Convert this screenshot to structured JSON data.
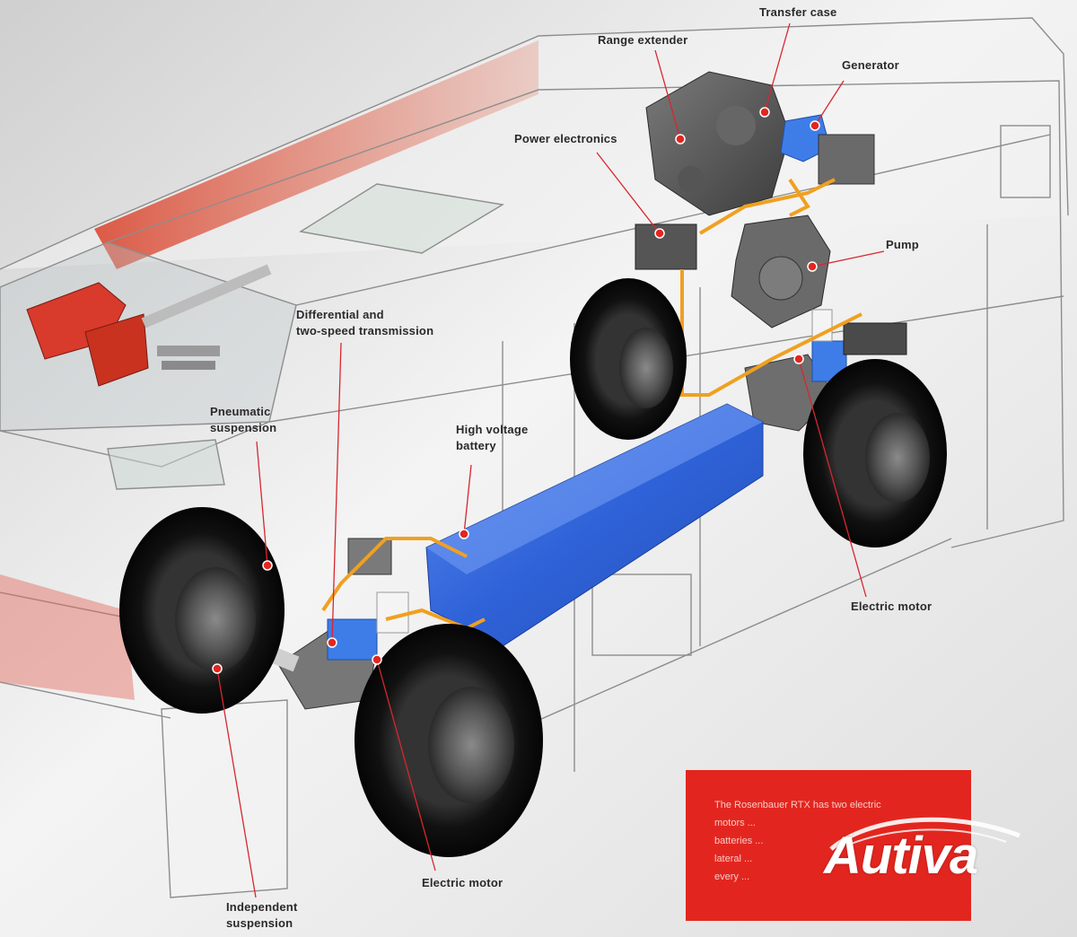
{
  "labels": {
    "transfer_case": "Transfer case",
    "range_extender": "Range extender",
    "generator": "Generator",
    "power_electronics": "Power electronics",
    "pump": "Pump",
    "differential_line1": "Differential and",
    "differential_line2": "two-speed transmission",
    "pneumatic_line1": "Pneumatic",
    "pneumatic_line2": "suspension",
    "battery_line1": "High voltage",
    "battery_line2": "battery",
    "electric_motor_rear": "Electric motor",
    "electric_motor_front": "Electric motor",
    "independent_line1": "Independent",
    "independent_line2": "suspension"
  },
  "info_box": {
    "line1": "The Rosenbauer RTX has two electric",
    "line2": "motors ...",
    "line3": "batteries ...",
    "line4": "lateral ...",
    "line5": "every ..."
  },
  "logo": {
    "text": "Autiva"
  },
  "colors": {
    "accent_red": "#e2261f",
    "leader_line": "#d8262f",
    "battery_blue": "#3a6fe0",
    "cable_orange": "#f0a020",
    "outline_gray": "#8a8a8a"
  }
}
